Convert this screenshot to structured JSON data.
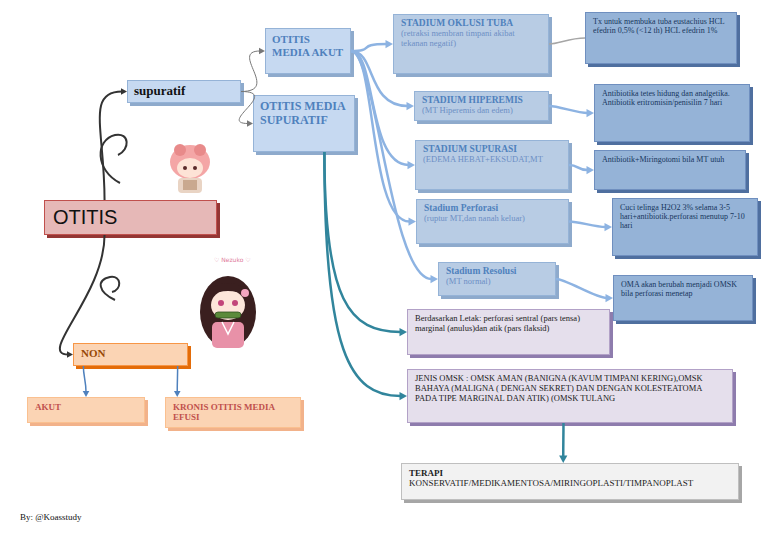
{
  "diagram": {
    "nodes": [
      {
        "text": [
          "OTITIS"
        ]
      },
      {
        "text": [
          "supuratif"
        ]
      },
      {
        "text": [
          "OTITIS MEDIA AKUT"
        ]
      },
      {
        "text": [
          "OTITIS MEDIA SUPURATIF"
        ]
      },
      {
        "text": [
          "STADIUM OKLUSI TUBA",
          "(retraksi membran timpani akibat tekanan negatif)"
        ]
      },
      {
        "text": [
          "Tx untuk membuka tuba eustachius HCL efedrin 0,5% (<12 th) HCL efedrin 1%"
        ]
      },
      {
        "text": [
          "STADIUM HIPEREMIS",
          "(MT Hiperemis dan edem)"
        ]
      },
      {
        "text": [
          "Antibiotika tetes hidung dan analgetika. Antibiotik eritromisin/penisilin 7 hari"
        ]
      },
      {
        "text": [
          "STADIUM SUPURASI",
          "(EDEMA HEBAT+EKSUDAT,MT"
        ]
      },
      {
        "text": [
          "Antibiotik+Miringotomi bila MT utuh"
        ]
      },
      {
        "text": [
          "Stadium Perforasi",
          "(ruptur MT,dan nanah keluar)"
        ]
      },
      {
        "text": [
          "Cuci telinga H2O2 3% selama 3-5 hari+antibiotik.perforasi menutup 7-10 hari"
        ]
      },
      {
        "text": [
          "Stadium Resolusi",
          "(MT normal)"
        ]
      },
      {
        "text": [
          "OMA akan berubah menjadi OMSK bila perforasi menetap"
        ]
      },
      {
        "text": [
          "Berdasarkan Letak: perforasi sentral (pars tensa) marginal (anulus)dan atik (pars flaksid)"
        ]
      },
      {
        "text": [
          "JENIS OMSK : OMSK AMAN (BANIGNA (KAVUM TIMPANI KERING),OMSK BAHAYA (MALIGNA ( DENGAN SEKRET) DAN DENGAN KOLESTEATOMA PADA TIPE MARGINAL DAN ATIK) (OMSK TULANG"
        ]
      },
      {
        "text": [
          "TERAPI",
          "KONSERVATIF/MEDIKAMENTOSA/MIRINGOPLASTI/TIMPANOPLAST"
        ]
      },
      {
        "text": [
          "NON"
        ]
      },
      {
        "text": [
          "AKUT"
        ]
      },
      {
        "text": [
          "KRONIS OTITIS MEDIA EFUSI"
        ]
      }
    ],
    "edges": [
      {
        "from": 0,
        "to": 1,
        "arrow": "to"
      },
      {
        "from": 0,
        "to": 17,
        "arrow": "to"
      },
      {
        "from": 1,
        "to": 2,
        "arrow": "to"
      },
      {
        "from": 1,
        "to": 3,
        "arrow": "to"
      },
      {
        "from": 2,
        "to": 4,
        "arrow": "to"
      },
      {
        "from": 2,
        "to": 6,
        "arrow": "to"
      },
      {
        "from": 2,
        "to": 8,
        "arrow": "to"
      },
      {
        "from": 2,
        "to": 10,
        "arrow": "to"
      },
      {
        "from": 2,
        "to": 12,
        "arrow": "to"
      },
      {
        "from": 4,
        "to": 5,
        "arrow": "none"
      },
      {
        "from": 6,
        "to": 7,
        "arrow": "to"
      },
      {
        "from": 8,
        "to": 9,
        "arrow": "to"
      },
      {
        "from": 10,
        "to": 11,
        "arrow": "to"
      },
      {
        "from": 12,
        "to": 13,
        "arrow": "to"
      },
      {
        "from": 3,
        "to": 14,
        "arrow": "to"
      },
      {
        "from": 3,
        "to": 15,
        "arrow": "to"
      },
      {
        "from": 15,
        "to": 16,
        "arrow": "to"
      },
      {
        "from": 17,
        "to": 18,
        "arrow": "to"
      },
      {
        "from": 17,
        "to": 19,
        "arrow": "to"
      }
    ],
    "labels": [
      "♡ Nezuko ♡",
      "By: @Koasstudy"
    ]
  }
}
